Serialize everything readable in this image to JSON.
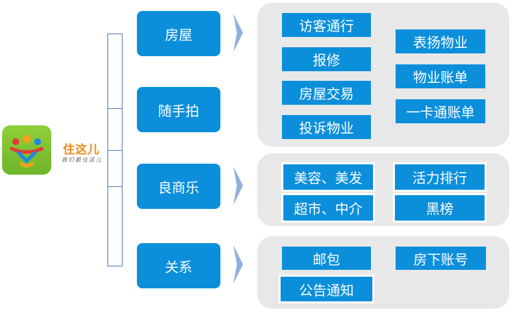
{
  "logo": {
    "name": "住这儿",
    "slogan": "我们都住这儿"
  },
  "categories": [
    {
      "label": "房屋"
    },
    {
      "label": "随手拍"
    },
    {
      "label": "良商乐"
    },
    {
      "label": "关系"
    }
  ],
  "panels": {
    "house_snap": {
      "left_items": [
        "访客通行",
        "报修",
        "房屋交易",
        "投诉物业"
      ],
      "right_items": [
        "表扬物业",
        "物业账单",
        "一卡通账单"
      ]
    },
    "merchants": {
      "left_items": [
        "美容、美发",
        "超市、中介"
      ],
      "right_items": [
        "活力排行",
        "黑榜"
      ]
    },
    "relations": {
      "left_items": [
        "邮包",
        "公告通知"
      ],
      "right_items": [
        "房下账号"
      ]
    }
  },
  "colors": {
    "box_blue": "#0b8fdb",
    "panel_gray": "#e8e8e8",
    "arrow_blue": "#8fb0df",
    "bracket_blue": "#4a78c0",
    "logo_green": "#7cc230",
    "logo_text_orange": "#f08a1a"
  }
}
